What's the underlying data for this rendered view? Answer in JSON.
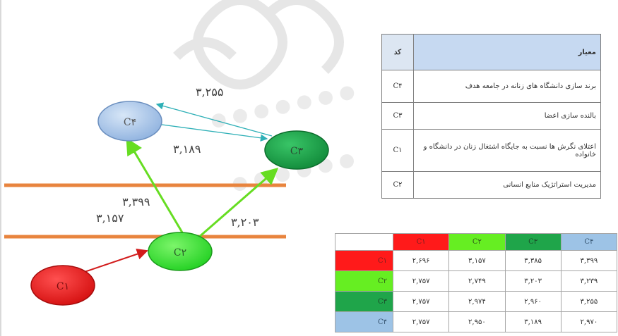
{
  "diagram": {
    "nodes": [
      {
        "id": "c4",
        "label": "C۴",
        "color": "#b7d1ef"
      },
      {
        "id": "c3",
        "label": "C۳",
        "color": "#1ea84f"
      },
      {
        "id": "c2",
        "label": "C۲",
        "color": "#33ee33"
      },
      {
        "id": "c1",
        "label": "C۱",
        "color": "#ee1c1c"
      }
    ],
    "edge_labels": {
      "c4_c3_top": "۳,۲۵۵",
      "c4_c3_bottom": "۳,۱۸۹",
      "c2_c4_a": "۳,۳۹۹",
      "c2_c4_b": "۳,۱۵۷",
      "c2_c3": "۳,۲۰۳"
    }
  },
  "criteria_table": {
    "header_name": "معیار",
    "header_code": "کد",
    "rows": [
      {
        "name": "برند سازی دانشگاه های زنانه  در جامعه هدف",
        "code": "C۴"
      },
      {
        "name": "بالنده سازی اعضا",
        "code": "C۳"
      },
      {
        "name": "اعتلای نگرش ها نسبت به جایگاه اشتغال زنان در دانشگاه و خانواده",
        "code": "C۱"
      },
      {
        "name": "مدیریت استراتژیک منابع انسانی",
        "code": "C۲"
      }
    ]
  },
  "matrix": {
    "col_headers": [
      "C۱",
      "C۲",
      "C۳",
      "C۴"
    ],
    "col_colors": [
      "#ff1a1a",
      "#66ee22",
      "#1fa54a",
      "#9dc3e6"
    ],
    "rows": [
      {
        "label": "C۱",
        "color": "#ff1a1a",
        "values": [
          "۲,۶۹۶",
          "۳,۱۵۷",
          "۳,۳۸۵",
          "۳,۳۹۹"
        ]
      },
      {
        "label": "C۲",
        "color": "#66ee22",
        "values": [
          "۲,۷۵۷",
          "۲,۷۴۹",
          "۳,۲۰۳",
          "۳,۲۳۹"
        ]
      },
      {
        "label": "C۳",
        "color": "#1fa54a",
        "values": [
          "۲,۷۵۷",
          "۲,۹۷۴",
          "۲,۹۶۰",
          "۳,۲۵۵"
        ]
      },
      {
        "label": "C۴",
        "color": "#9dc3e6",
        "values": [
          "۲,۷۵۷",
          "۲,۹۵۰",
          "۳,۱۸۹",
          "۲,۹۷۰"
        ]
      }
    ]
  }
}
